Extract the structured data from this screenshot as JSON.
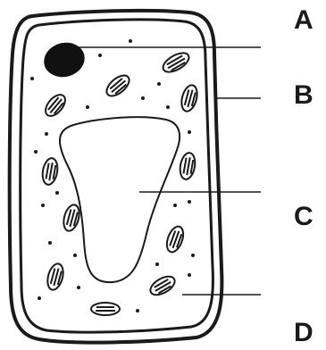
{
  "labels": {
    "a": "A",
    "b": "B",
    "c": "C",
    "d": "D"
  },
  "colors": {
    "outline": "#1a1a1a",
    "nucleus": "#111111",
    "background": "#ffffff"
  }
}
